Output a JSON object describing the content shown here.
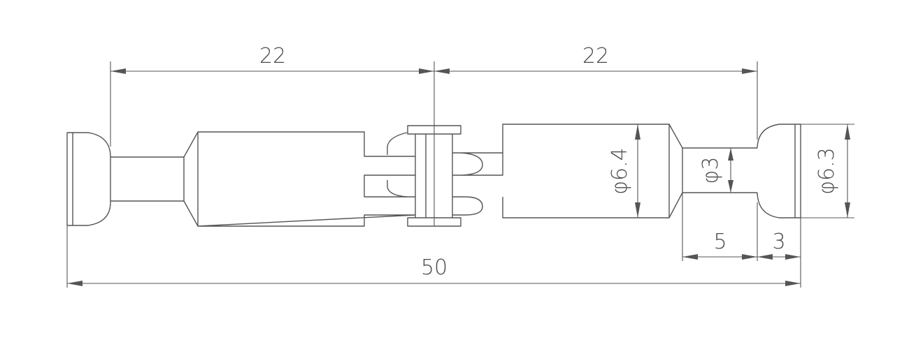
{
  "dimensions": {
    "left_span": "22",
    "right_span": "22",
    "overall_length": "50",
    "neck_length": "5",
    "head_thickness": "3",
    "body_diameter": "φ6.4",
    "neck_diameter": "φ3",
    "head_diameter": "φ6.3"
  },
  "colors": {
    "line": "#555555",
    "text": "#4a4a4a",
    "background": "#ffffff"
  }
}
